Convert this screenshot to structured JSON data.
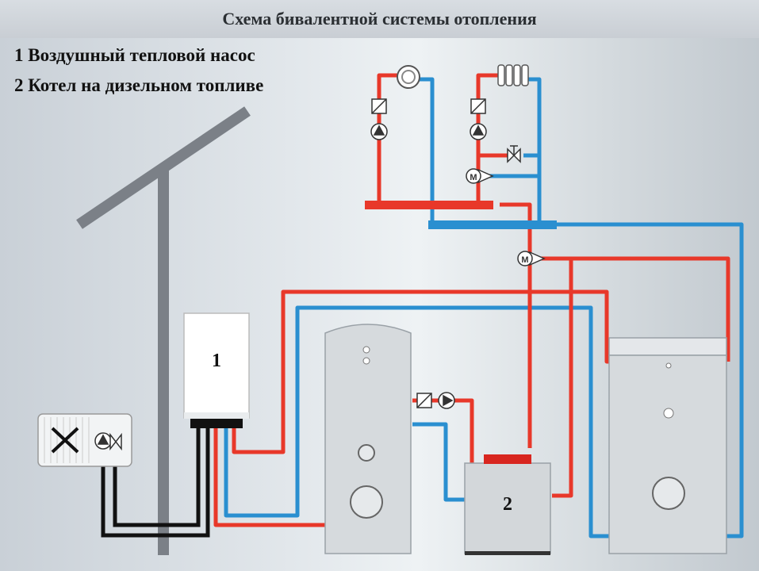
{
  "title": "Схема бивалентной системы отопления",
  "legend": [
    "1 Воздушный тепловой насос",
    "2 Котел на дизельном топливе"
  ],
  "units": {
    "unit1_number": "1",
    "unit2_number": "2"
  },
  "components": {
    "heat_pump_outdoor_icon": "fan-icon",
    "pump_icon": "pump-icon",
    "valve_icon": "valve-icon",
    "mixing_valve_icon": "mixing-valve-icon",
    "radiator_icon": "radiator-icon",
    "underfloor_icon": "floor-heating-icon",
    "mixing_valve_label": "M"
  },
  "colors": {
    "supply": "#e8382a",
    "return": "#2a8fd0",
    "refrigerant": "#111111",
    "support_post": "#7b8087"
  }
}
